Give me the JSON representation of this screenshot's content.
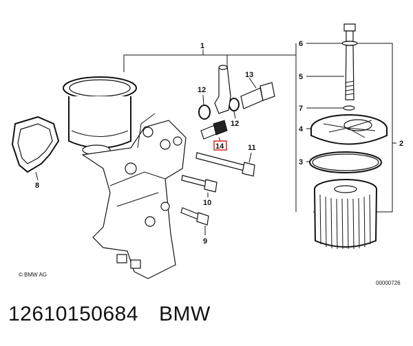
{
  "callouts": {
    "c1": "1",
    "c2": "2",
    "c3": "3",
    "c4": "4",
    "c5": "5",
    "c6": "6",
    "c7": "7",
    "c8": "8",
    "c9": "9",
    "c10": "10",
    "c11": "11",
    "c12a": "12",
    "c12b": "12",
    "c13": "13",
    "c14": "14"
  },
  "copyright": "© BMW AG",
  "drawing_number": "00000726",
  "caption": {
    "part_number": "12610150684",
    "brand": "BMW"
  },
  "colors": {
    "highlight": "#e0201c",
    "ink": "#111111"
  }
}
